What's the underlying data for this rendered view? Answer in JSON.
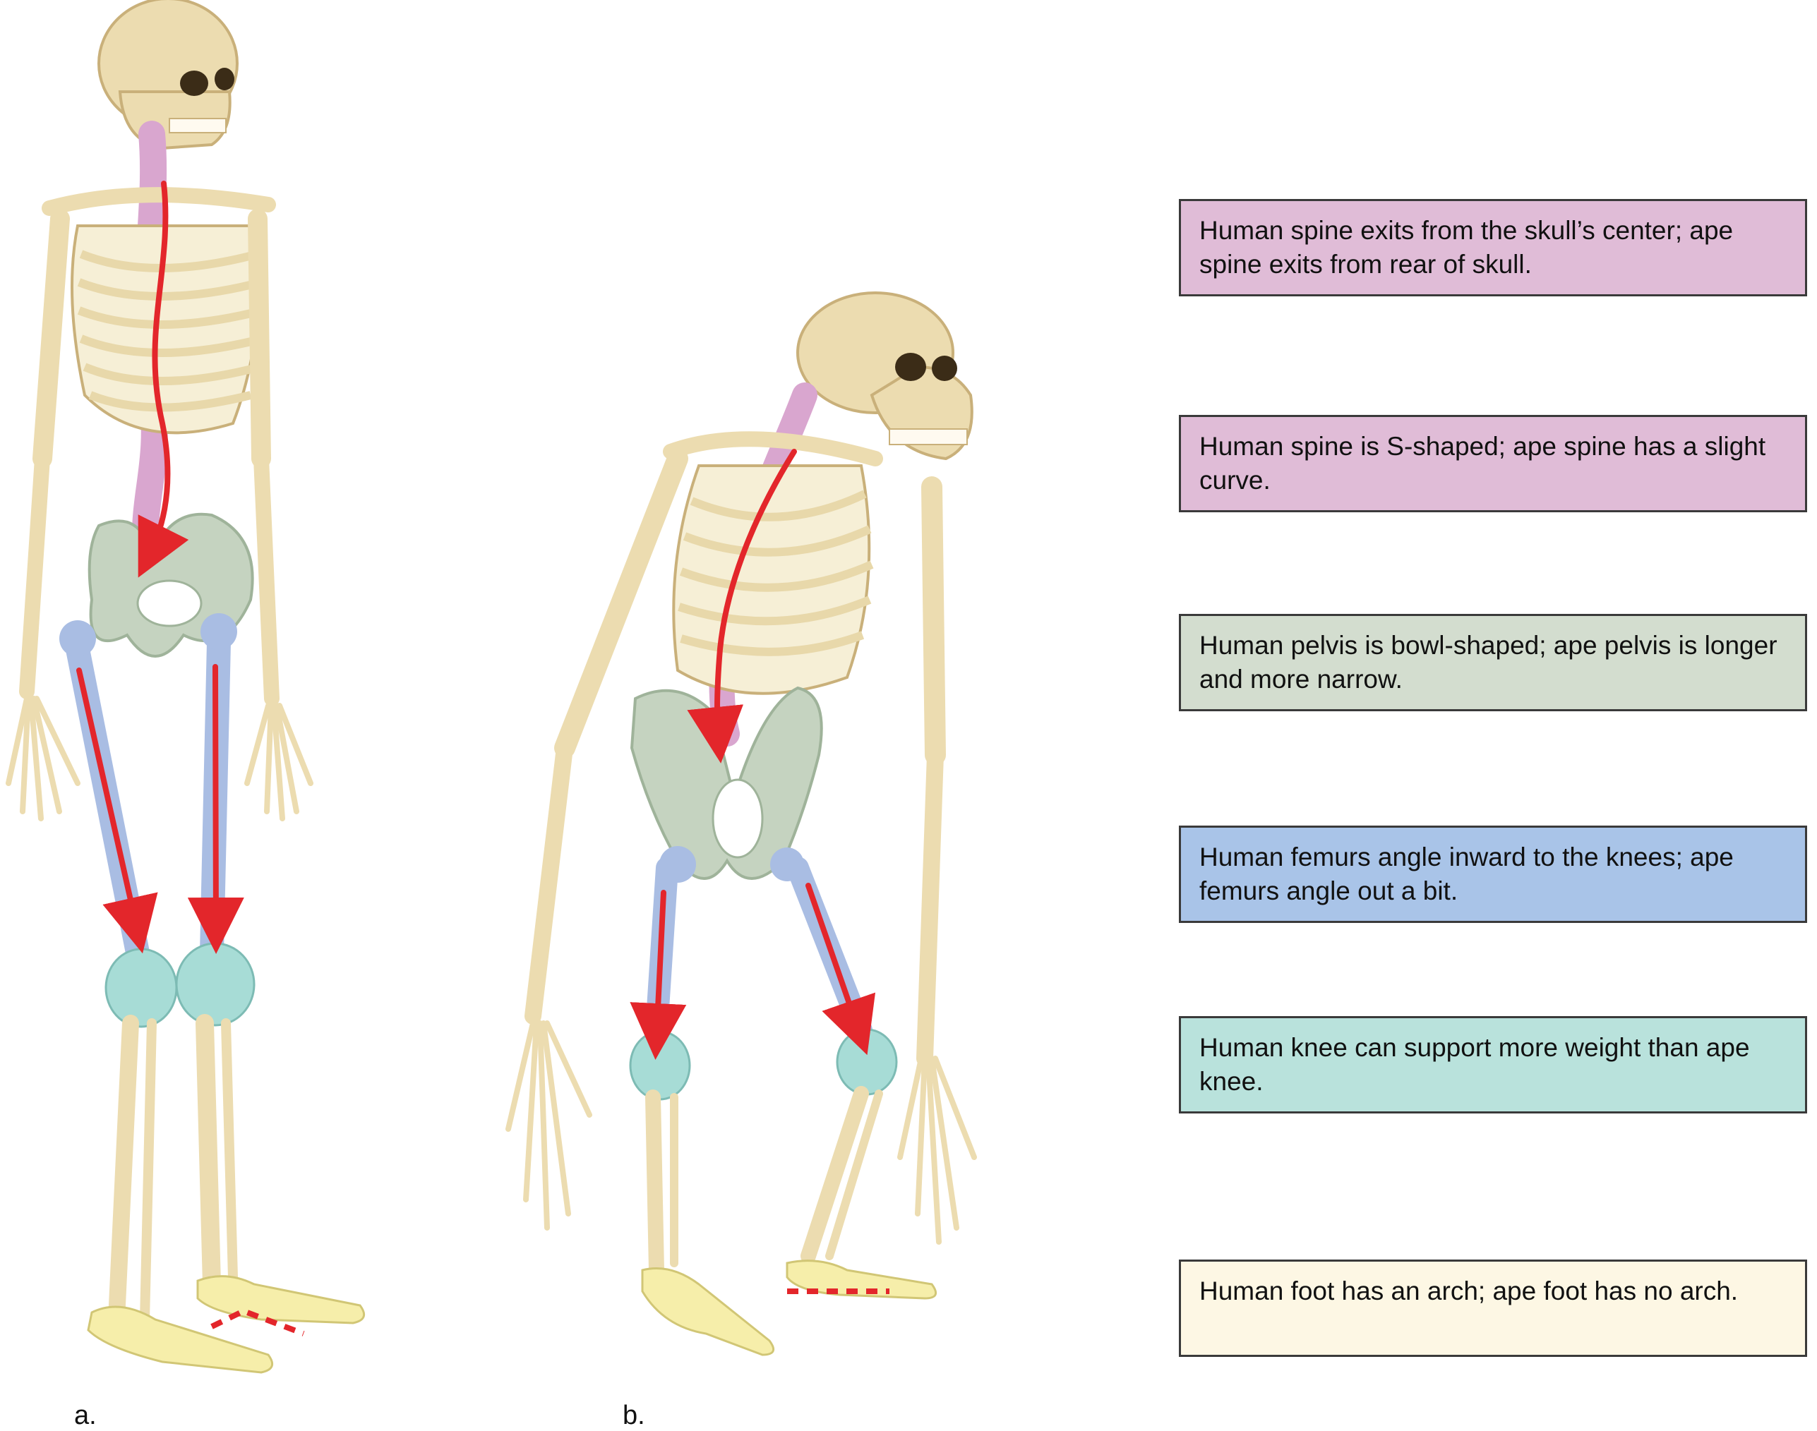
{
  "panels": {
    "a": "a.",
    "b": "b."
  },
  "captions": [
    {
      "id": "spine-exit",
      "text": "Human spine exits from the skull’s center; ape spine exits from rear of skull.",
      "color": "#e0bcd7"
    },
    {
      "id": "spine-shape",
      "text": "Human spine is S-shaped; ape spine has a slight curve.",
      "color": "#e0bcd7"
    },
    {
      "id": "pelvis",
      "text": "Human pelvis is bowl-shaped; ape pelvis is longer and more narrow.",
      "color": "#d3ddcf"
    },
    {
      "id": "femur",
      "text": "Human femurs angle inward to the knees; ape femurs angle out a bit.",
      "color": "#a9c4e8"
    },
    {
      "id": "knee",
      "text": "Human knee can support more weight than ape knee.",
      "color": "#b9e2dc"
    },
    {
      "id": "foot",
      "text": "Human foot has an arch; ape foot has no arch.",
      "color": "#fdf7e4"
    }
  ],
  "colors": {
    "bone": "#ecdcb0",
    "bone_outline": "#c9b07a",
    "spine": "#d9a6cf",
    "pelvis": "#c5d3c0",
    "femur": "#a9bde3",
    "knee": "#a7dcd6",
    "foot": "#f6eeaa",
    "arrow": "#e3262b"
  }
}
